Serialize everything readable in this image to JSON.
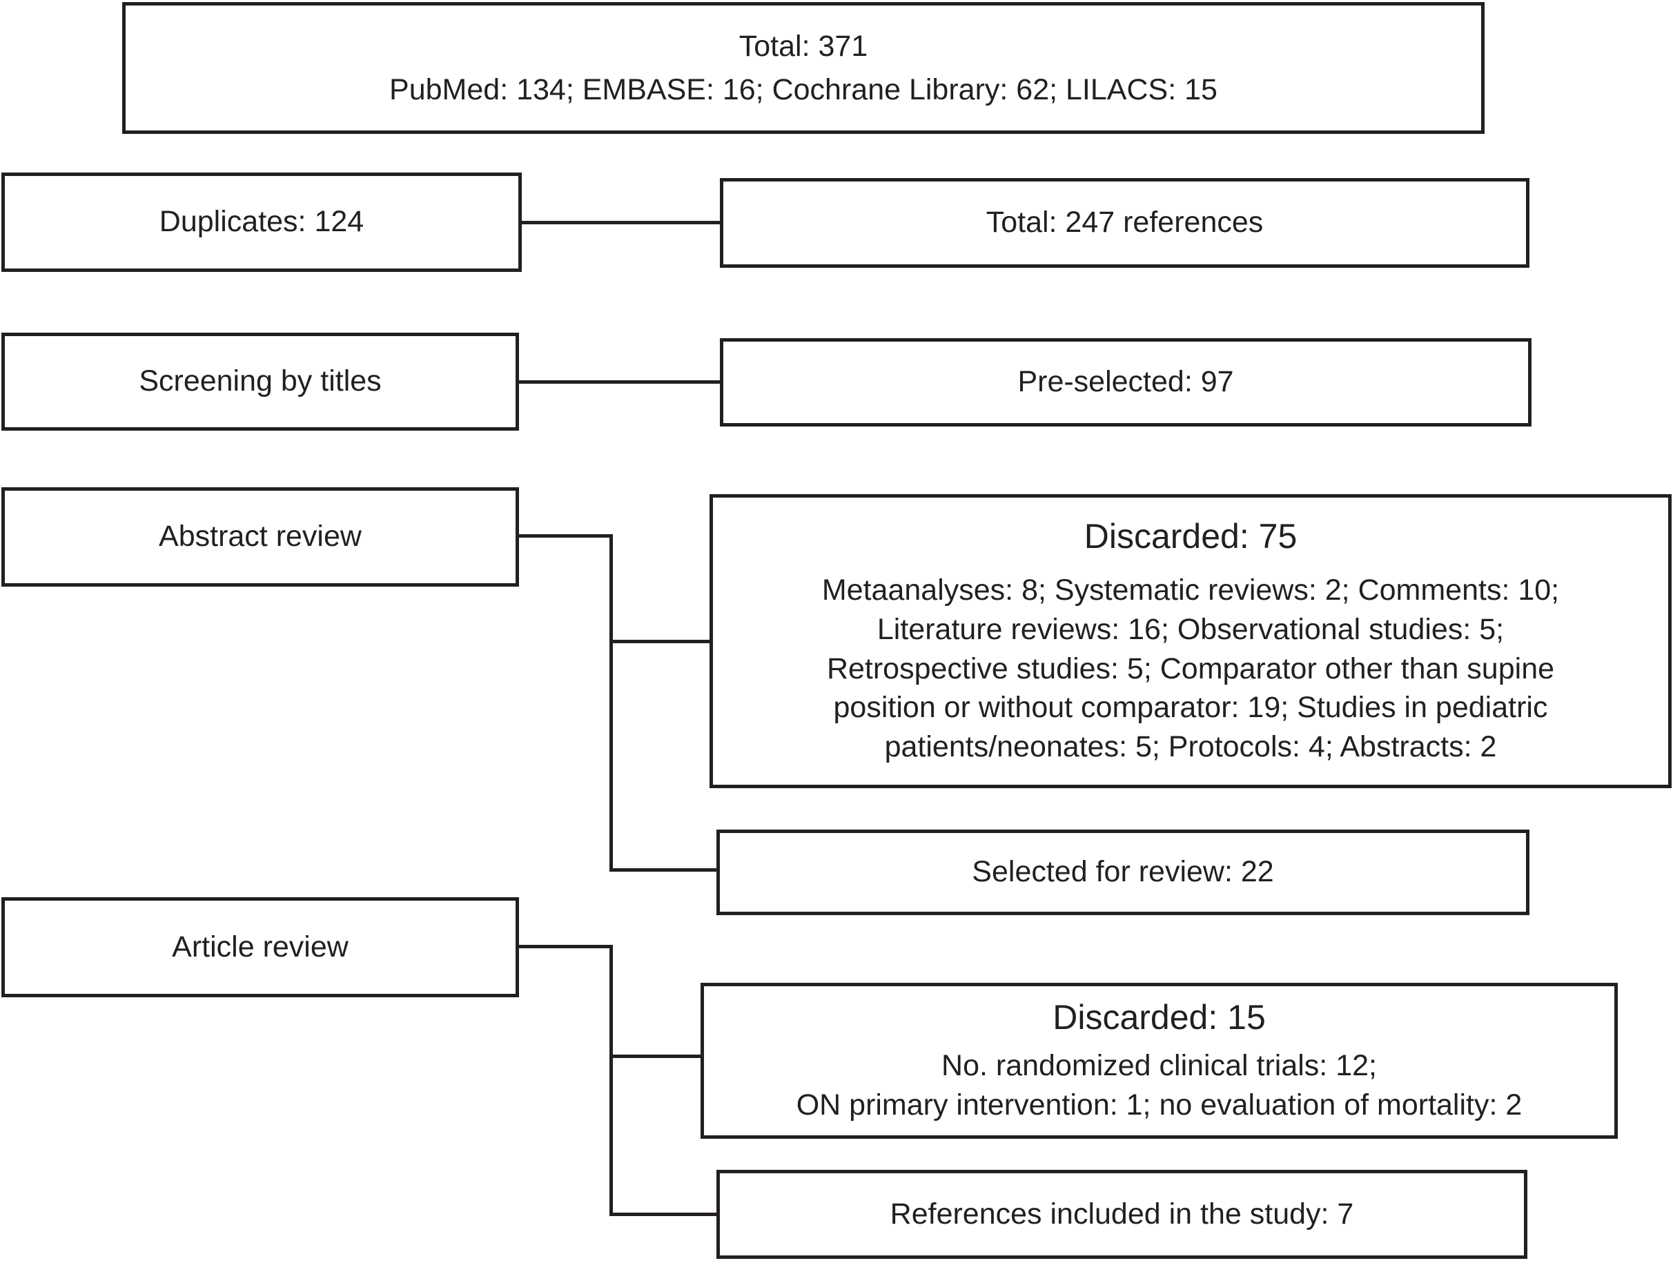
{
  "diagram": {
    "colors": {
      "border": "#231f20",
      "background": "#ffffff",
      "text": "#231f20"
    },
    "boxes": {
      "total": {
        "line1": "Total: 371",
        "line2": "PubMed: 134; EMBASE: 16; Cochrane Library: 62; LILACS: 15"
      },
      "duplicates": {
        "label": "Duplicates: 124"
      },
      "total_refs": {
        "label": "Total: 247 references"
      },
      "screening": {
        "label": "Screening by titles"
      },
      "preselected": {
        "label": "Pre-selected: 97"
      },
      "abstract_review": {
        "label": "Abstract review"
      },
      "discarded_abstract": {
        "title": "Discarded: 75",
        "lines": [
          "Metaanalyses: 8; Systematic reviews: 2; Comments: 10;",
          "Literature reviews: 16; Observational studies: 5;",
          "Retrospective studies: 5; Comparator other than supine",
          "position or without comparator: 19; Studies in pediatric",
          "patients/neonates: 5; Protocols: 4; Abstracts: 2"
        ]
      },
      "selected": {
        "label": "Selected for review: 22"
      },
      "article_review": {
        "label": "Article review"
      },
      "discarded_article": {
        "title": "Discarded: 15",
        "lines": [
          "No. randomized clinical trials: 12;",
          "ON primary intervention: 1; no evaluation of mortality: 2"
        ]
      },
      "included": {
        "label": "References included in the study: 7"
      }
    }
  }
}
